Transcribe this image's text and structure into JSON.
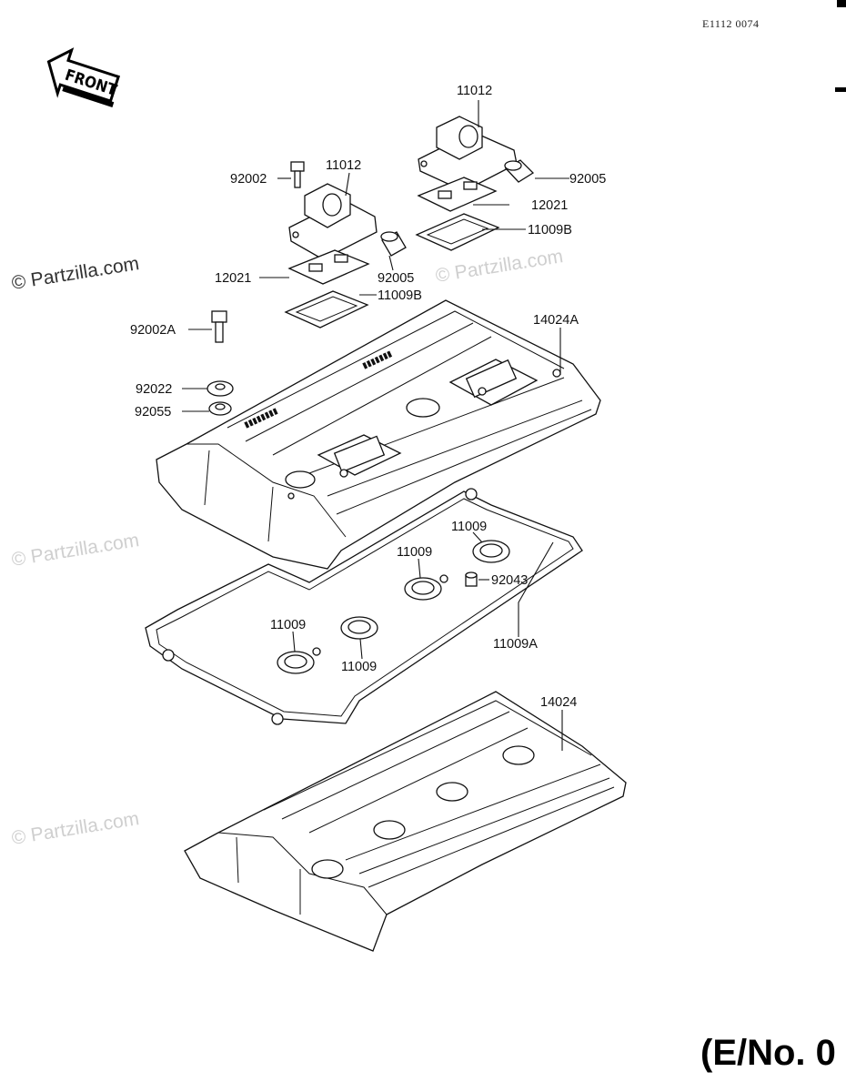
{
  "diagram_code": "E1112 0074",
  "front_label": "FRONT",
  "engine_number": "(E/No. 0",
  "watermark": "© Partzilla.com",
  "parts": {
    "p11012_right": "11012",
    "p11012_left": "11012",
    "p92002": "92002",
    "p92005_right": "92005",
    "p92005_left": "92005",
    "p12021_right": "12021",
    "p12021_left": "12021",
    "p11009B_right": "11009B",
    "p11009B_left": "11009B",
    "p92002A": "92002A",
    "p14024A": "14024A",
    "p92022": "92022",
    "p92055": "92055",
    "p11009_a": "11009",
    "p11009_b": "11009",
    "p92043": "92043",
    "p11009_c": "11009",
    "p11009_d": "11009",
    "p11009A": "11009A",
    "p14024": "14024"
  }
}
